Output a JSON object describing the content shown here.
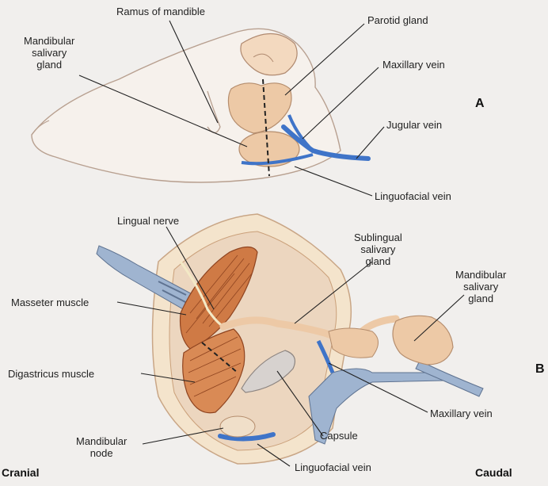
{
  "panels": {
    "a": "A",
    "b": "B"
  },
  "directions": {
    "left": "Cranial",
    "right": "Caudal"
  },
  "labels_a": {
    "ramus": "Ramus of mandible",
    "mandibular_gland": "Mandibular\nsalivary\ngland",
    "parotid": "Parotid gland",
    "maxillary_vein": "Maxillary vein",
    "jugular_vein": "Jugular vein",
    "linguofacial_vein": "Linguofacial vein"
  },
  "labels_b": {
    "lingual_nerve": "Lingual nerve",
    "sublingual_gland": "Sublingual\nsalivary\ngland",
    "mandibular_gland": "Mandibular\nsalivary\ngland",
    "masseter": "Masseter muscle",
    "digastricus": "Digastricus muscle",
    "maxillary_vein": "Maxillary vein",
    "capsule": "Capsule",
    "mandibular_node": "Mandibular\nnode",
    "linguofacial_vein": "Linguofacial vein"
  },
  "colors": {
    "background": "#f1efed",
    "outline": "#a08a7a",
    "gland": "#edc9a6",
    "vein": "#3f74c8",
    "muscle": "#cf7a45",
    "instrument": "#9fb4d0",
    "skin": "#f4e4cc"
  }
}
